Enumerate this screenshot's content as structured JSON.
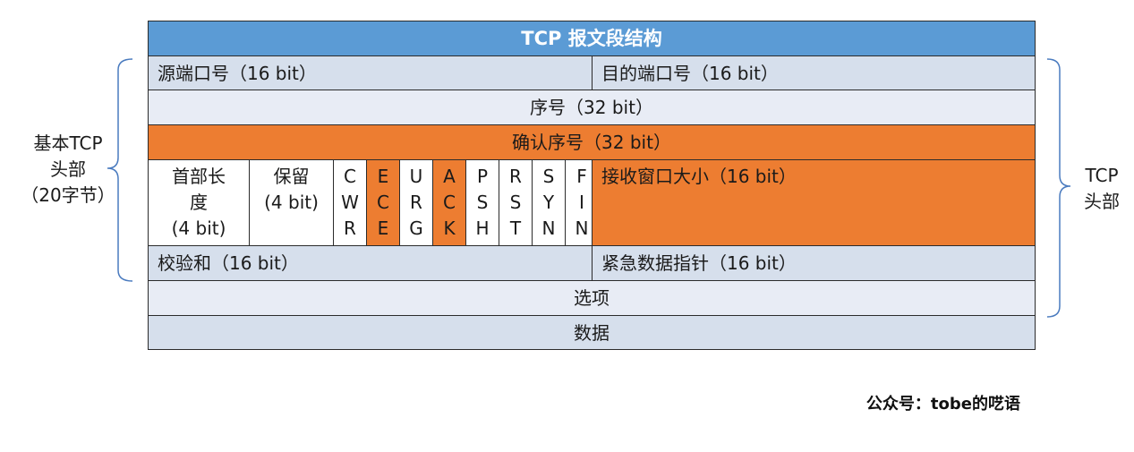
{
  "title": "TCP 报文段结构",
  "rows": {
    "src_port": "源端口号（16 bit）",
    "dst_port": "目的端口号（16 bit）",
    "seq": "序号（32 bit）",
    "ack_seq": "确认序号（32 bit）",
    "header_len": [
      "首部长",
      "度",
      "(4 bit)"
    ],
    "reserved": [
      "保留",
      "(4 bit)"
    ],
    "flags": [
      {
        "chars": [
          "C",
          "W",
          "R"
        ],
        "highlight": false
      },
      {
        "chars": [
          "E",
          "C",
          "E"
        ],
        "highlight": true
      },
      {
        "chars": [
          "U",
          "R",
          "G"
        ],
        "highlight": false
      },
      {
        "chars": [
          "A",
          "C",
          "K"
        ],
        "highlight": true
      },
      {
        "chars": [
          "P",
          "S",
          "H"
        ],
        "highlight": false
      },
      {
        "chars": [
          "R",
          "S",
          "T"
        ],
        "highlight": false
      },
      {
        "chars": [
          "S",
          "Y",
          "N"
        ],
        "highlight": false
      },
      {
        "chars": [
          "F",
          "I",
          "N"
        ],
        "highlight": false
      }
    ],
    "window": "接收窗口大小（16 bit）",
    "checksum": "校验和（16 bit）",
    "urgent": "紧急数据指针（16 bit）",
    "options": "选项",
    "data": "数据"
  },
  "left_label": [
    "基本TCP",
    "头部",
    "（20字节）"
  ],
  "right_label": [
    "TCP",
    "头部"
  ],
  "footer": "公众号：tobe的呓语",
  "colors": {
    "title_bg": "#5b9bd5",
    "highlight": "#ed7d31",
    "row_light": "#d6dfec",
    "row_pale": "#e8ecf5",
    "brace": "#4a7bbf"
  }
}
